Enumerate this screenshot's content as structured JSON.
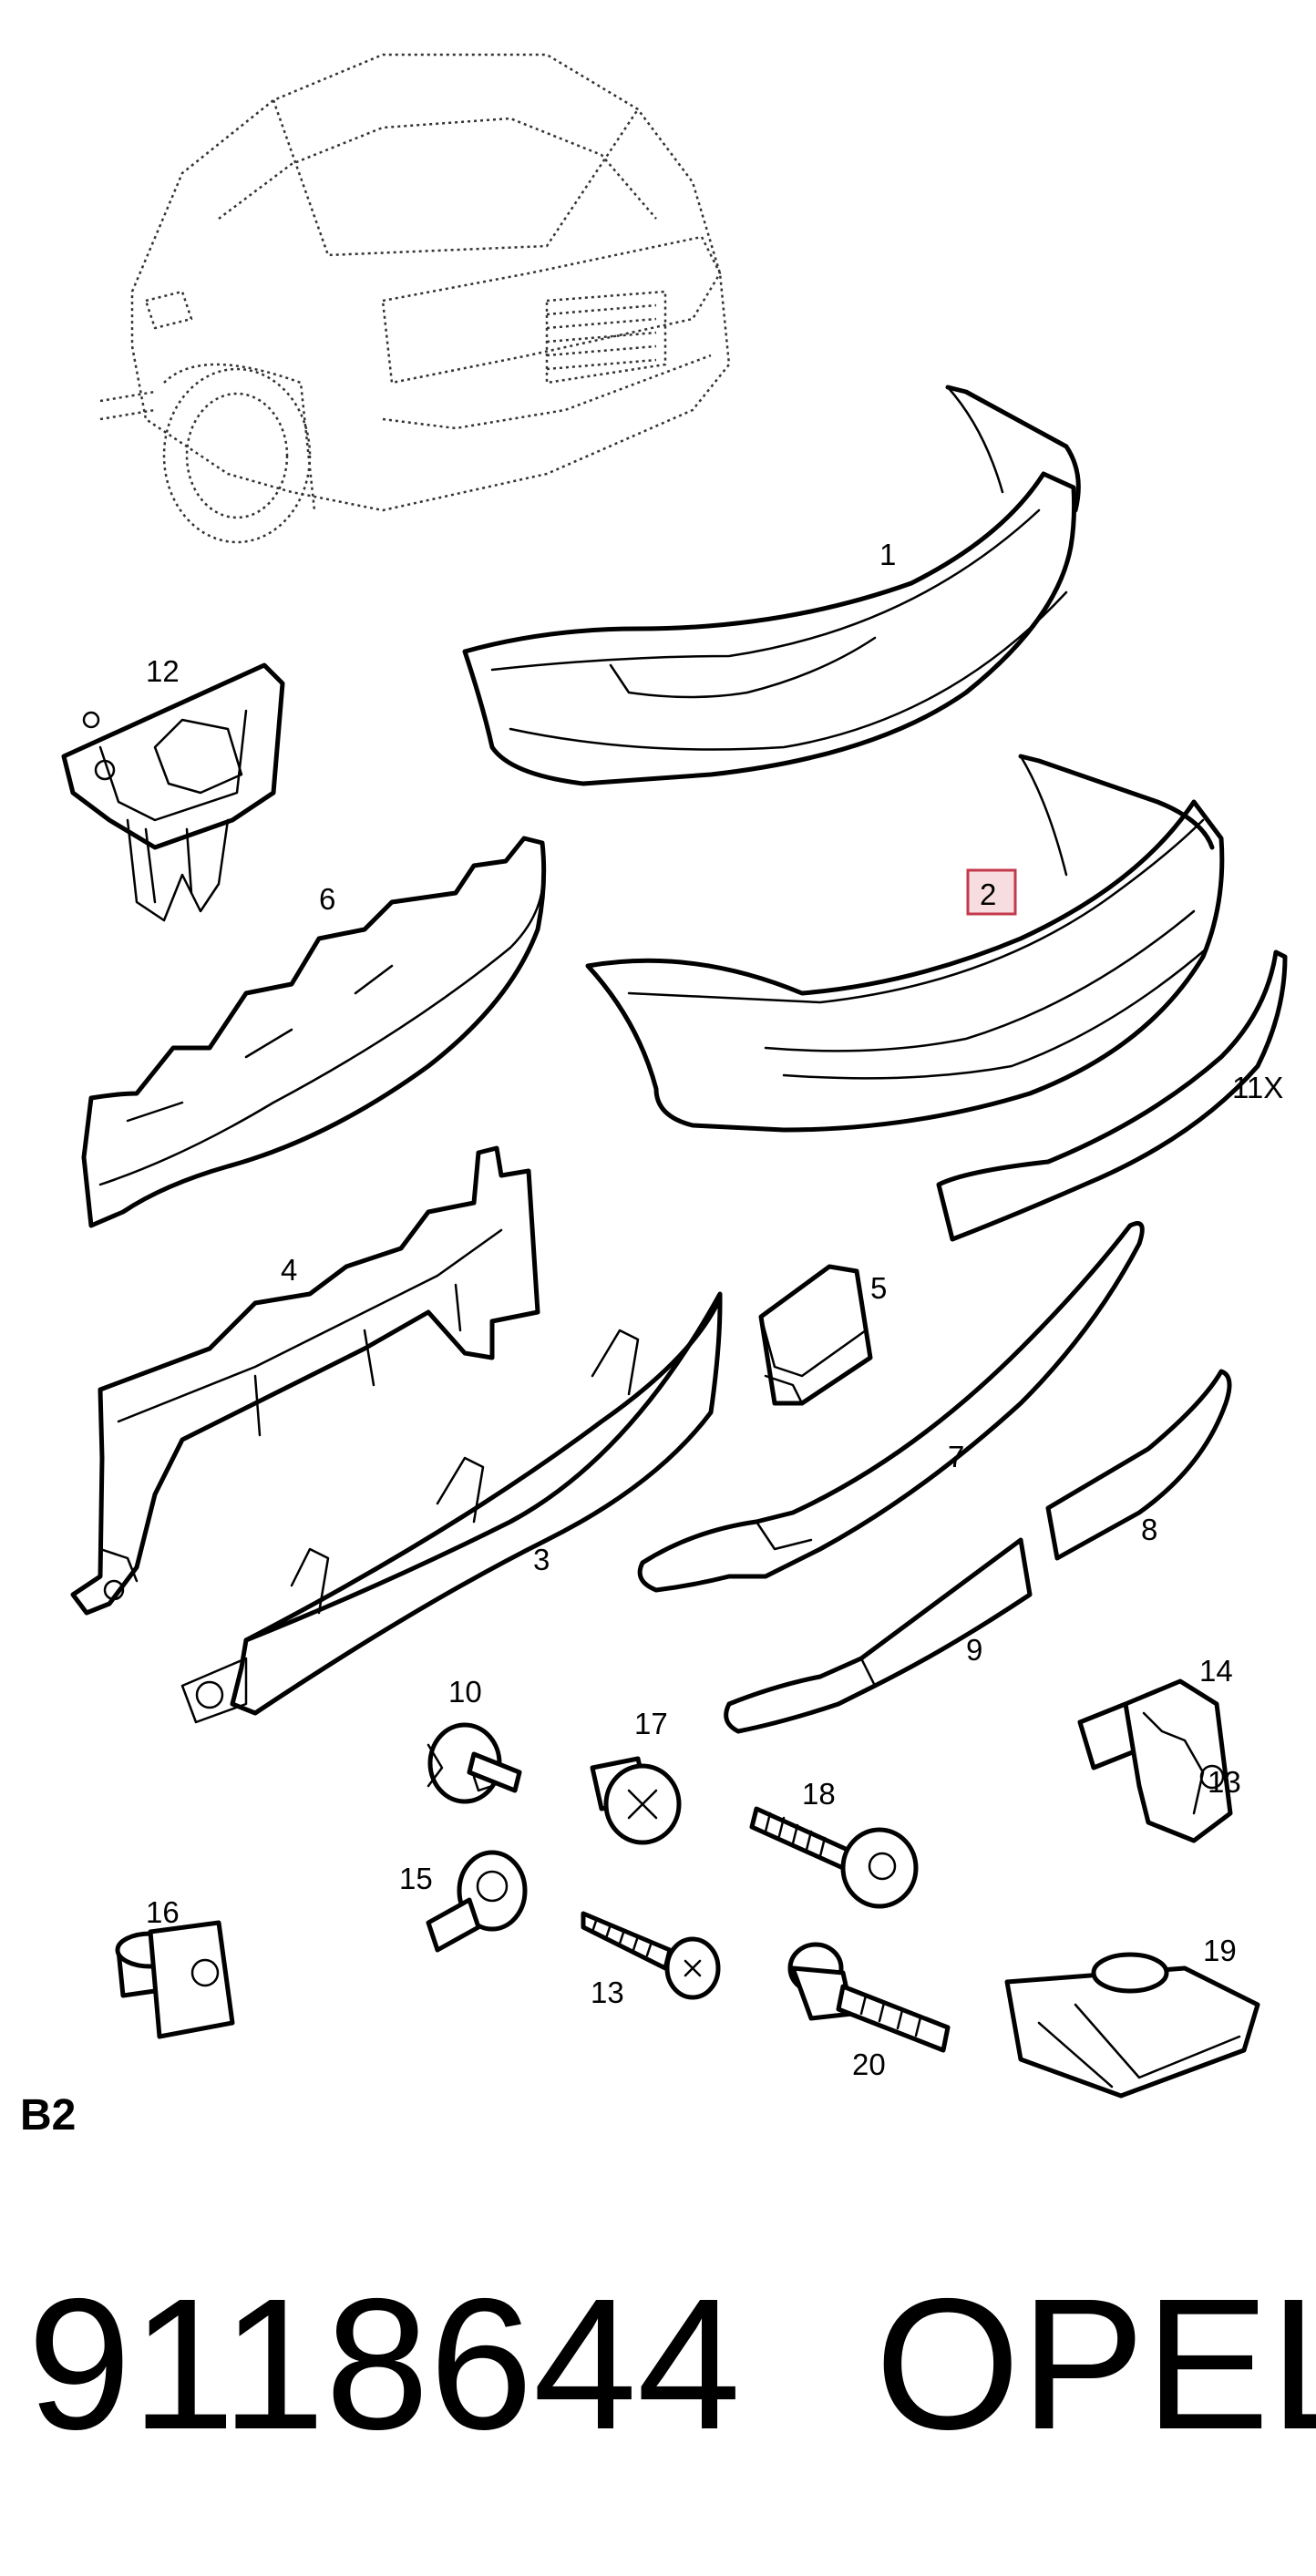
{
  "parts": {
    "p1": "1",
    "p2": "2",
    "p3": "3",
    "p4": "4",
    "p5": "5",
    "p6": "6",
    "p7": "7",
    "p8": "8",
    "p9": "9",
    "p10": "10",
    "p11x": "11X",
    "p12": "12",
    "p13": "13",
    "p13b": "13",
    "p14": "14",
    "p15": "15",
    "p16": "16",
    "p17": "17",
    "p18": "18",
    "p19": "19",
    "p20": "20"
  },
  "highlighted_part": "2",
  "section_code": "B2",
  "part_number": "9118644",
  "brand": "OPEL",
  "colors": {
    "line": "#000000",
    "highlight_fill": "#f8dde0",
    "highlight_stroke": "#c33b4a"
  }
}
